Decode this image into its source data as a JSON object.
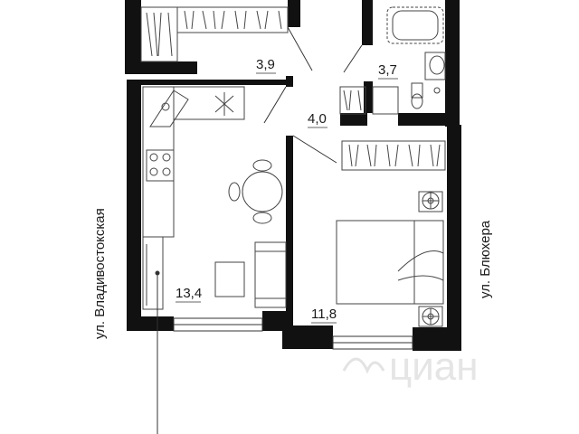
{
  "rooms": {
    "wardrobe_area": "3,9",
    "bathroom_area": "3,7",
    "hall_area": "4,0",
    "kitchen_living_area": "13,4",
    "bedroom_area": "11,8"
  },
  "streets": {
    "left": "ул. Владивостокская",
    "right": "ул. Блюхера"
  },
  "watermark": {
    "text": "циан"
  },
  "colors": {
    "wall": "#111111",
    "line": "#333333",
    "watermark": "#d0d0d0"
  }
}
